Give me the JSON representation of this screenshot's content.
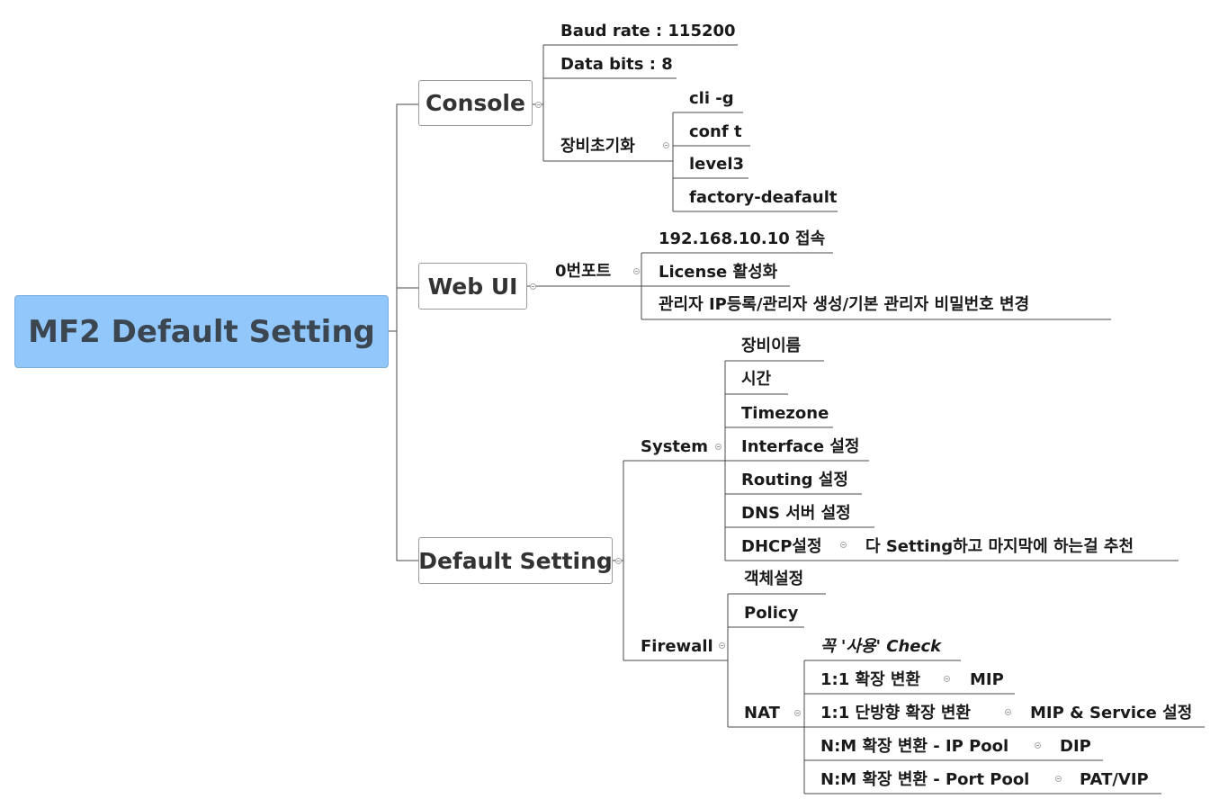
{
  "root": "MF2 Default Setting",
  "branches": {
    "console": "Console",
    "webui": "Web UI",
    "default": "Default Setting"
  },
  "console": {
    "baud": "Baud rate : 115200",
    "databits": "Data bits : 8",
    "init": "장비초기화",
    "init_items": [
      "cli -g",
      "conf t",
      "level3",
      "factory-deafault"
    ]
  },
  "webui": {
    "port": "0번포트",
    "items": [
      "192.168.10.10 접속",
      "License 활성화",
      "관리자 IP등록/관리자 생성/기본 관리자 비밀번호 변경"
    ]
  },
  "default": {
    "system": "System",
    "system_items": [
      "장비이름",
      "시간",
      "Timezone",
      "Interface 설정",
      "Routing 설정",
      "DNS 서버 설정",
      "DHCP설정"
    ],
    "dhcp_note": "다 Setting하고 마지막에 하는걸 추천",
    "firewall": "Firewall",
    "firewall_items": [
      "객체설정",
      "Policy"
    ],
    "nat": "NAT",
    "nat_note": "꼭 '사용' Check",
    "nat_items": [
      {
        "label": "1:1 확장 변환",
        "value": "MIP"
      },
      {
        "label": "1:1 단방향 확장 변환",
        "value": "MIP & Service 설정"
      },
      {
        "label": "N:M 확장 변환 - IP Pool",
        "value": "DIP"
      },
      {
        "label": "N:M 확장 변환 - Port Pool",
        "value": "PAT/VIP"
      }
    ]
  }
}
